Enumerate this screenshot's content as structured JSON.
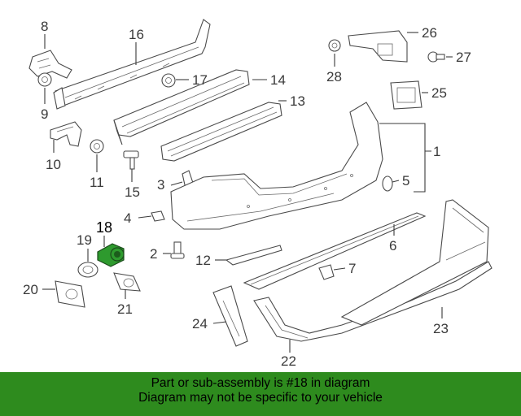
{
  "callouts": {
    "c1": "1",
    "c2": "2",
    "c3": "3",
    "c4": "4",
    "c5": "5",
    "c6": "6",
    "c7": "7",
    "c8": "8",
    "c9": "9",
    "c10": "10",
    "c11": "11",
    "c12": "12",
    "c13": "13",
    "c14": "14",
    "c15": "15",
    "c16": "16",
    "c17": "17",
    "c18": "18",
    "c19": "19",
    "c20": "20",
    "c21": "21",
    "c22": "22",
    "c23": "23",
    "c24": "24",
    "c25": "25",
    "c26": "26",
    "c27": "27",
    "c28": "28"
  },
  "highlighted_part": "18",
  "highlight_color": "#2e9a2e",
  "banner": {
    "line1": "Part or sub-assembly is #18 in diagram",
    "line2": "Diagram may not be specific to your vehicle",
    "background": "#2e8b1e"
  }
}
